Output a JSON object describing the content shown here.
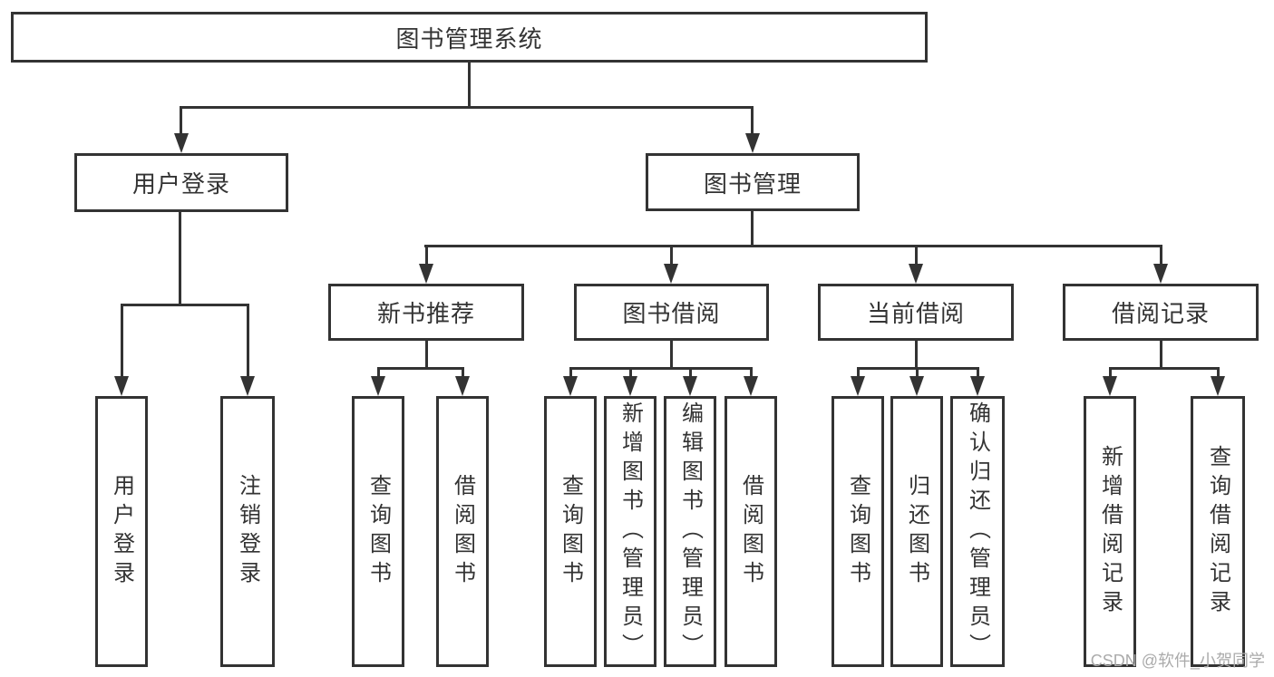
{
  "colors": {
    "line": "#333333",
    "text": "#333333",
    "watermark": "#ababab"
  },
  "root": {
    "label": "图书管理系统"
  },
  "nodes": {
    "user_login": {
      "label": "用户登录"
    },
    "book_mgmt": {
      "label": "图书管理"
    },
    "new_book_rec": {
      "label": "新书推荐"
    },
    "book_borrow": {
      "label": "图书借阅"
    },
    "current_borrow": {
      "label": "当前借阅"
    },
    "borrow_records": {
      "label": "借阅记录"
    }
  },
  "leaves": {
    "user_login": [
      "用户登录",
      "注销登录"
    ],
    "new_book_rec": [
      "查询图书",
      "借阅图书"
    ],
    "book_borrow": [
      "查询图书",
      "新增图书（管理员）",
      "编辑图书（管理员）",
      "借阅图书"
    ],
    "current_borrow": [
      "查询图书",
      "归还图书",
      "确认归还（管理员）"
    ],
    "borrow_records": [
      "新增借阅记录",
      "查询借阅记录"
    ]
  },
  "watermark": "CSDN @软件_小贺同学"
}
